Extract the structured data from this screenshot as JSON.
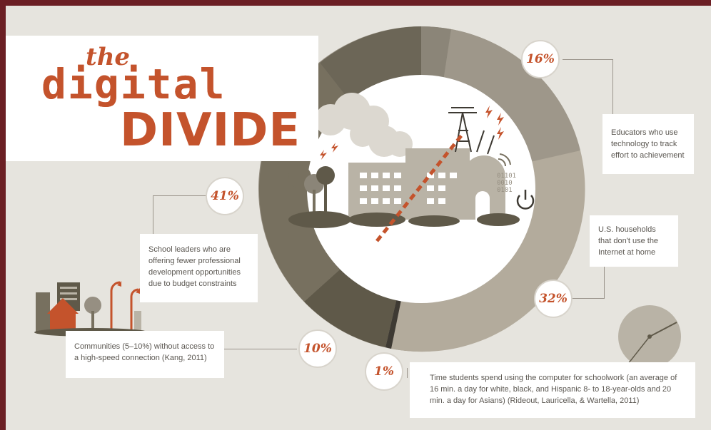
{
  "title": {
    "line1": "the",
    "line2": "digital",
    "line3": "DIVIDE"
  },
  "stats": [
    {
      "value": "16%",
      "text": "Educators who use technology to track effort to achievement"
    },
    {
      "value": "41%",
      "text": "School leaders who are offering fewer professional development opportunities due to budget constraints"
    },
    {
      "value": "32%",
      "text": "U.S. households that don't use the Internet at home"
    },
    {
      "value": "10%",
      "text": "Communities (5–10%) without access to a high-speed connection (Kang, 2011)"
    },
    {
      "value": "1%",
      "text": "Time students spend using the computer for schoolwork (an average of 16 min. a day for white, black, and Hispanic 8- to 18-year-olds and 20 min. a day for Asians) (Rideout, Lauricella, & Wartella, 2011)"
    }
  ],
  "binary_text": "01101 0010 0101",
  "colors": {
    "accent": "#c4532c",
    "ring_dark": "#77705f",
    "ring_mid": "#968f82",
    "ring_light": "#b2aa9b",
    "ring_darkest": "#5f5949"
  }
}
